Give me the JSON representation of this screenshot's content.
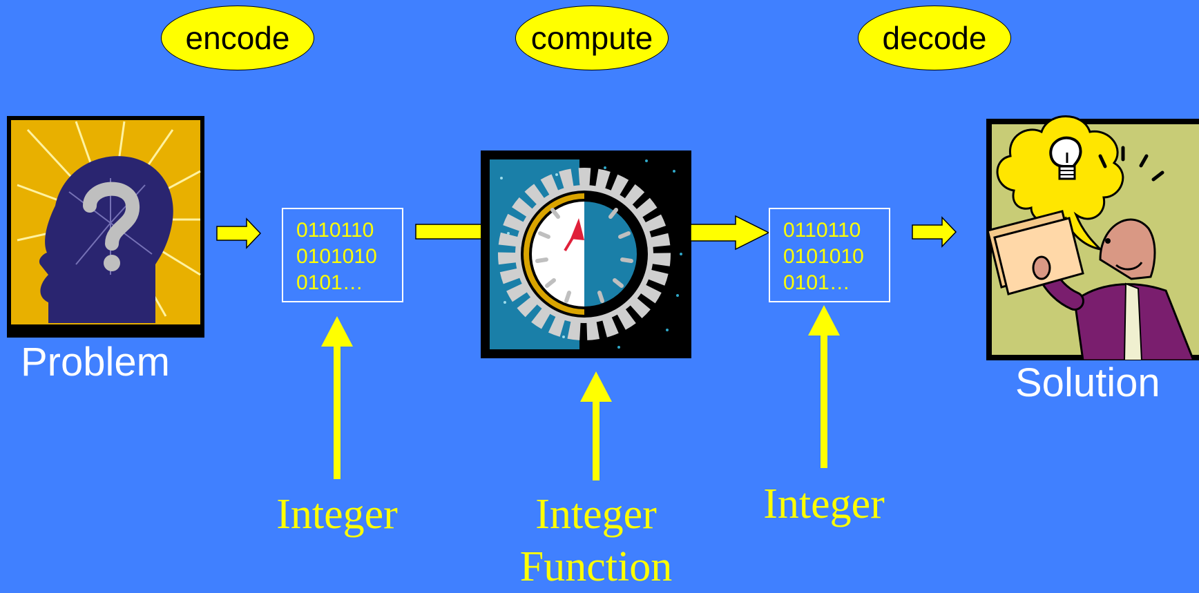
{
  "stages": {
    "encode": "encode",
    "compute": "compute",
    "decode": "decode"
  },
  "endpoints": {
    "problem": "Problem",
    "solution": "Solution"
  },
  "binary_left": [
    "0110110",
    "0101010",
    "0101…"
  ],
  "binary_right": [
    "0110110",
    "0101010",
    "0101…"
  ],
  "inputs": {
    "left": "Integer",
    "middle_line1": "Integer",
    "middle_line2": "Function",
    "right": "Integer"
  },
  "colors": {
    "background": "#4080FF",
    "accent": "#FFFF00",
    "text_light": "#FFFFFF"
  },
  "icons": [
    "question-head-icon",
    "gear-clock-icon",
    "lightbulb-idea-icon",
    "flow-arrow-icon"
  ]
}
